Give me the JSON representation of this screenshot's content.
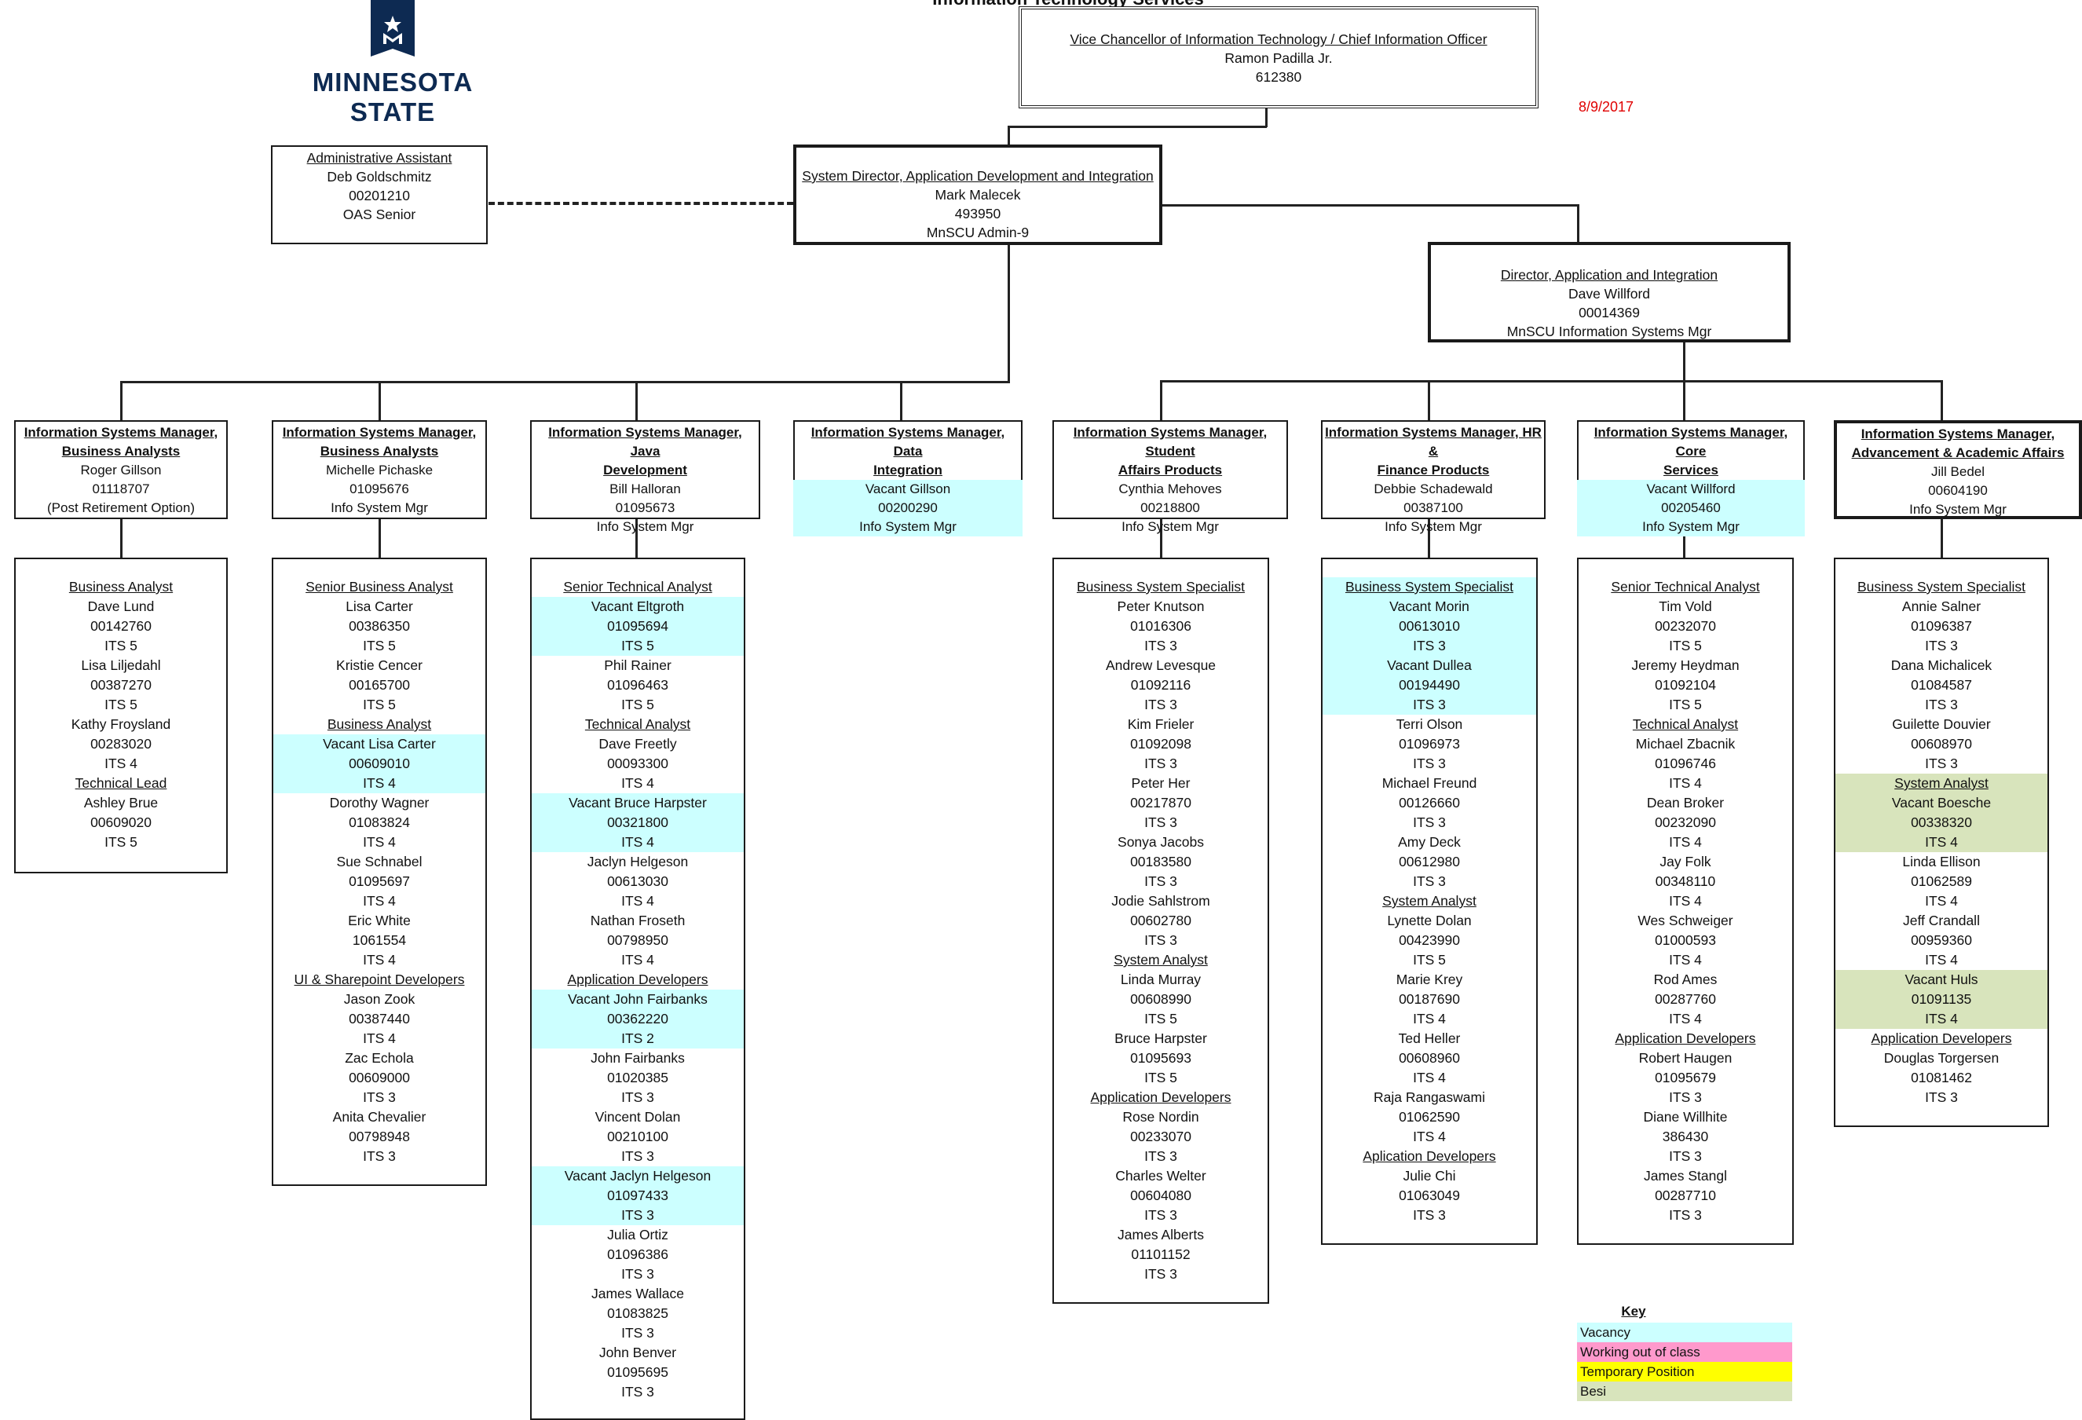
{
  "page_title": "Information Technology Services",
  "logo_text": "MINNESOTA STATE",
  "date": "8/9/2017",
  "vc": {
    "title": "Vice Chancellor of Information Technology /  Chief Information Officer",
    "name": "Ramon Padilla Jr.",
    "id": "612380"
  },
  "admin": {
    "title": "Administrative Assistant ",
    "name": "Deb Goldschmitz",
    "id": "00201210",
    "class": "OAS Senior"
  },
  "sysdir": {
    "title": "System Director, Application Development and Integration",
    "name": "Mark Malecek",
    "id": "493950",
    "class": "MnSCU Admin-9"
  },
  "dir": {
    "title": "Director, Application and Integration",
    "name": "Dave Willford",
    "id": "00014369",
    "class": "MnSCU Information Systems Mgr"
  },
  "managers": [
    {
      "title1": "Information Systems Manager, ",
      "title2": "Business Analysts",
      "name": "Roger Gillson",
      "id": "01118707",
      "class": "(Post Retirement Option)",
      "vacant": false
    },
    {
      "title1": "Information Systems Manager, ",
      "title2": "Business Analysts",
      "name": "Michelle Pichaske",
      "id": "01095676",
      "class": "Info System Mgr",
      "vacant": false
    },
    {
      "title1": "Information Systems Manager, Java",
      "title2": "Development",
      "name": "Bill Halloran",
      "id": "01095673",
      "class": "Info System Mgr",
      "vacant": false
    },
    {
      "title1": "Information Systems Manager, Data",
      "title2": "Integration",
      "name": "Vacant Gillson",
      "id": "00200290",
      "class": "Info System Mgr",
      "vacant": true
    },
    {
      "title1": "Information Systems Manager, Student",
      "title2": "Affairs Products",
      "name": "Cynthia Mehoves",
      "id": "00218800",
      "class": "Info System Mgr",
      "vacant": false
    },
    {
      "title1": "Information Systems Manager, HR &",
      "title2": "Finance Products",
      "name": "Debbie Schadewald",
      "id": "00387100",
      "class": "Info System Mgr",
      "vacant": false
    },
    {
      "title1": "Information Systems Manager, Core",
      "title2": "Services",
      "name": "Vacant Willford",
      "id": "00205460",
      "class": "Info System Mgr",
      "vacant": true
    },
    {
      "title1": "Information Systems Manager,",
      "title2": "Advancement & Academic Affairs",
      "name": "Jill Bedel",
      "id": "00604190",
      "class": "Info System Mgr",
      "vacant": false
    }
  ],
  "teams": [
    {
      "lines": [
        {
          "t": "Business Analyst ",
          "u": true
        },
        {
          "t": "Dave Lund"
        },
        {
          "t": "00142760"
        },
        {
          "t": "ITS 5"
        },
        {
          "t": "Lisa Liljedahl"
        },
        {
          "t": "00387270"
        },
        {
          "t": "ITS 5"
        },
        {
          "t": "Kathy Froysland"
        },
        {
          "t": "00283020"
        },
        {
          "t": "ITS 4"
        },
        {
          "t": " Technical Lead",
          "u": true
        },
        {
          "t": "Ashley Brue"
        },
        {
          "t": "00609020"
        },
        {
          "t": "ITS 5"
        }
      ]
    },
    {
      "lines": [
        {
          "t": "Senior Business Analyst ",
          "u": true
        },
        {
          "t": "Lisa Carter"
        },
        {
          "t": "00386350"
        },
        {
          "t": "ITS 5"
        },
        {
          "t": "Kristie Cencer"
        },
        {
          "t": "00165700"
        },
        {
          "t": "ITS 5"
        },
        {
          "t": "Business Analyst",
          "u": true
        },
        {
          "t": "Vacant Lisa Carter",
          "c": "vac"
        },
        {
          "t": "00609010",
          "c": "vac"
        },
        {
          "t": "ITS 4",
          "c": "vac"
        },
        {
          "t": "Dorothy Wagner"
        },
        {
          "t": "01083824"
        },
        {
          "t": "ITS 4"
        },
        {
          "t": "Sue Schnabel"
        },
        {
          "t": "01095697"
        },
        {
          "t": "ITS 4"
        },
        {
          "t": "Eric White"
        },
        {
          "t": "1061554"
        },
        {
          "t": "ITS 4"
        },
        {
          "t": "UI & Sharepoint Developers",
          "u": true
        },
        {
          "t": "Jason Zook"
        },
        {
          "t": "00387440"
        },
        {
          "t": "ITS 4"
        },
        {
          "t": "Zac Echola"
        },
        {
          "t": "00609000"
        },
        {
          "t": "ITS 3"
        },
        {
          "t": "Anita Chevalier"
        },
        {
          "t": "00798948"
        },
        {
          "t": "ITS 3"
        }
      ]
    },
    {
      "lines": [
        {
          "t": "Senior Technical Analyst ",
          "u": true
        },
        {
          "t": "Vacant Eltgroth",
          "c": "vac"
        },
        {
          "t": "01095694",
          "c": "vac"
        },
        {
          "t": "ITS 5",
          "c": "vac"
        },
        {
          "t": "Phil Rainer"
        },
        {
          "t": "01096463"
        },
        {
          "t": "ITS 5"
        },
        {
          "t": " Technical Analyst ",
          "u": true
        },
        {
          "t": "Dave Freetly"
        },
        {
          "t": "00093300"
        },
        {
          "t": "ITS 4"
        },
        {
          "t": "Vacant Bruce Harpster",
          "c": "vac"
        },
        {
          "t": "00321800",
          "c": "vac"
        },
        {
          "t": "ITS 4",
          "c": "vac"
        },
        {
          "t": "Jaclyn Helgeson"
        },
        {
          "t": "00613030"
        },
        {
          "t": "ITS 4"
        },
        {
          "t": "Nathan Froseth"
        },
        {
          "t": "00798950"
        },
        {
          "t": "ITS 4"
        },
        {
          "t": "Application Developers",
          "u": true
        },
        {
          "t": "Vacant John Fairbanks",
          "c": "vac"
        },
        {
          "t": "00362220",
          "c": "vac"
        },
        {
          "t": "ITS 2",
          "c": "vac"
        },
        {
          "t": "John Fairbanks"
        },
        {
          "t": "01020385"
        },
        {
          "t": "ITS 3"
        },
        {
          "t": "Vincent Dolan"
        },
        {
          "t": "00210100"
        },
        {
          "t": "ITS 3"
        },
        {
          "t": "Vacant Jaclyn Helgeson",
          "c": "vac"
        },
        {
          "t": "01097433",
          "c": "vac"
        },
        {
          "t": "ITS 3",
          "c": "vac"
        },
        {
          "t": "Julia Ortiz"
        },
        {
          "t": "01096386"
        },
        {
          "t": "ITS 3"
        },
        {
          "t": "James Wallace"
        },
        {
          "t": "01083825"
        },
        {
          "t": "ITS 3"
        },
        {
          "t": "John Benver"
        },
        {
          "t": "01095695"
        },
        {
          "t": "ITS 3"
        }
      ]
    },
    {
      "lines": [
        {
          "t": "Business System Specialist ",
          "u": true
        },
        {
          "t": "Peter Knutson"
        },
        {
          "t": "01016306"
        },
        {
          "t": "ITS 3"
        },
        {
          "t": "Andrew Levesque"
        },
        {
          "t": "01092116"
        },
        {
          "t": "ITS 3"
        },
        {
          "t": "Kim Frieler"
        },
        {
          "t": "01092098"
        },
        {
          "t": "ITS 3"
        },
        {
          "t": "Peter Her"
        },
        {
          "t": "00217870"
        },
        {
          "t": "ITS 3"
        },
        {
          "t": "Sonya Jacobs"
        },
        {
          "t": "00183580"
        },
        {
          "t": "ITS 3"
        },
        {
          "t": "Jodie Sahlstrom"
        },
        {
          "t": "00602780"
        },
        {
          "t": "ITS 3"
        },
        {
          "t": "System Analyst ",
          "u": true
        },
        {
          "t": "Linda Murray"
        },
        {
          "t": "00608990"
        },
        {
          "t": "ITS 5"
        },
        {
          "t": "Bruce Harpster"
        },
        {
          "t": "01095693"
        },
        {
          "t": "ITS 5"
        },
        {
          "t": "Application Developers",
          "u": true
        },
        {
          "t": "Rose Nordin"
        },
        {
          "t": "00233070"
        },
        {
          "t": "ITS 3"
        },
        {
          "t": "Charles Welter"
        },
        {
          "t": "00604080"
        },
        {
          "t": "ITS 3"
        },
        {
          "t": "James Alberts"
        },
        {
          "t": "01101152"
        },
        {
          "t": "ITS 3"
        }
      ]
    },
    {
      "lines": [
        {
          "t": "Business System Specialist ",
          "u": true,
          "c": "vac"
        },
        {
          "t": "Vacant Morin",
          "c": "vac"
        },
        {
          "t": "00613010",
          "c": "vac"
        },
        {
          "t": "ITS 3",
          "c": "vac"
        },
        {
          "t": "Vacant Dullea",
          "c": "vac"
        },
        {
          "t": "00194490",
          "c": "vac"
        },
        {
          "t": "ITS 3",
          "c": "vac"
        },
        {
          "t": "Terri Olson"
        },
        {
          "t": "01096973"
        },
        {
          "t": "ITS 3"
        },
        {
          "t": "Michael Freund"
        },
        {
          "t": "00126660"
        },
        {
          "t": "ITS 3"
        },
        {
          "t": "Amy Deck"
        },
        {
          "t": "00612980"
        },
        {
          "t": "ITS 3"
        },
        {
          "t": "System  Analyst",
          "u": true
        },
        {
          "t": "Lynette Dolan"
        },
        {
          "t": "00423990"
        },
        {
          "t": "ITS 5"
        },
        {
          "t": "Marie Krey"
        },
        {
          "t": "00187690"
        },
        {
          "t": "ITS 4"
        },
        {
          "t": "Ted Heller"
        },
        {
          "t": "00608960"
        },
        {
          "t": "ITS 4"
        },
        {
          "t": "Raja Rangaswami"
        },
        {
          "t": "01062590"
        },
        {
          "t": "ITS 4"
        },
        {
          "t": "Aplication Developers",
          "u": true
        },
        {
          "t": "Julie Chi"
        },
        {
          "t": "01063049"
        },
        {
          "t": "ITS 3"
        }
      ]
    },
    {
      "lines": [
        {
          "t": "Senior Technical Analyst",
          "u": true
        },
        {
          "t": "Tim Vold"
        },
        {
          "t": "00232070"
        },
        {
          "t": "ITS 5"
        },
        {
          "t": "Jeremy Heydman"
        },
        {
          "t": "01092104"
        },
        {
          "t": "ITS 5"
        },
        {
          "t": "Technical  Analyst",
          "u": true
        },
        {
          "t": "Michael Zbacnik"
        },
        {
          "t": "01096746"
        },
        {
          "t": "ITS 4"
        },
        {
          "t": "Dean Broker"
        },
        {
          "t": "00232090"
        },
        {
          "t": "ITS 4"
        },
        {
          "t": "Jay Folk"
        },
        {
          "t": "00348110"
        },
        {
          "t": "ITS 4"
        },
        {
          "t": "Wes Schweiger"
        },
        {
          "t": "01000593"
        },
        {
          "t": "ITS 4"
        },
        {
          "t": "Rod Ames"
        },
        {
          "t": "00287760"
        },
        {
          "t": "ITS 4"
        },
        {
          "t": "Application Developers",
          "u": true
        },
        {
          "t": "Robert Haugen"
        },
        {
          "t": "01095679"
        },
        {
          "t": "ITS 3"
        },
        {
          "t": "Diane Willhite"
        },
        {
          "t": "386430"
        },
        {
          "t": "ITS 3"
        },
        {
          "t": "James Stangl"
        },
        {
          "t": "00287710"
        },
        {
          "t": "ITS 3"
        }
      ]
    },
    {
      "lines": [
        {
          "t": "Business System Specialist ",
          "u": true
        },
        {
          "t": "Annie Salner"
        },
        {
          "t": "01096387"
        },
        {
          "t": "ITS 3"
        },
        {
          "t": "Dana Michalicek"
        },
        {
          "t": "01084587"
        },
        {
          "t": "ITS 3"
        },
        {
          "t": "Guilette Douvier"
        },
        {
          "t": "00608970"
        },
        {
          "t": "ITS 3"
        },
        {
          "t": "System  Analyst",
          "u": true,
          "c": "besi"
        },
        {
          "t": "Vacant Boesche",
          "c": "besi"
        },
        {
          "t": "00338320",
          "c": "besi"
        },
        {
          "t": "ITS 4",
          "c": "besi"
        },
        {
          "t": "Linda Ellison"
        },
        {
          "t": "01062589"
        },
        {
          "t": "ITS 4"
        },
        {
          "t": "Jeff Crandall"
        },
        {
          "t": "00959360"
        },
        {
          "t": "ITS 4"
        },
        {
          "t": "Vacant Huls",
          "c": "besi"
        },
        {
          "t": "01091135",
          "c": "besi"
        },
        {
          "t": "ITS 4",
          "c": "besi"
        },
        {
          "t": "Application Developers",
          "u": true
        },
        {
          "t": "Douglas Torgersen"
        },
        {
          "t": "01081462"
        },
        {
          "t": "ITS 3"
        }
      ]
    }
  ],
  "key": {
    "title": "Key",
    "items": [
      {
        "label": "Vacancy",
        "color": "#ccffff"
      },
      {
        "label": "Working out of class",
        "color": "#ff99cc"
      },
      {
        "label": "Temporary Position",
        "color": "#ffff00"
      },
      {
        "label": "Besi",
        "color": "#d8e4bc"
      }
    ]
  }
}
